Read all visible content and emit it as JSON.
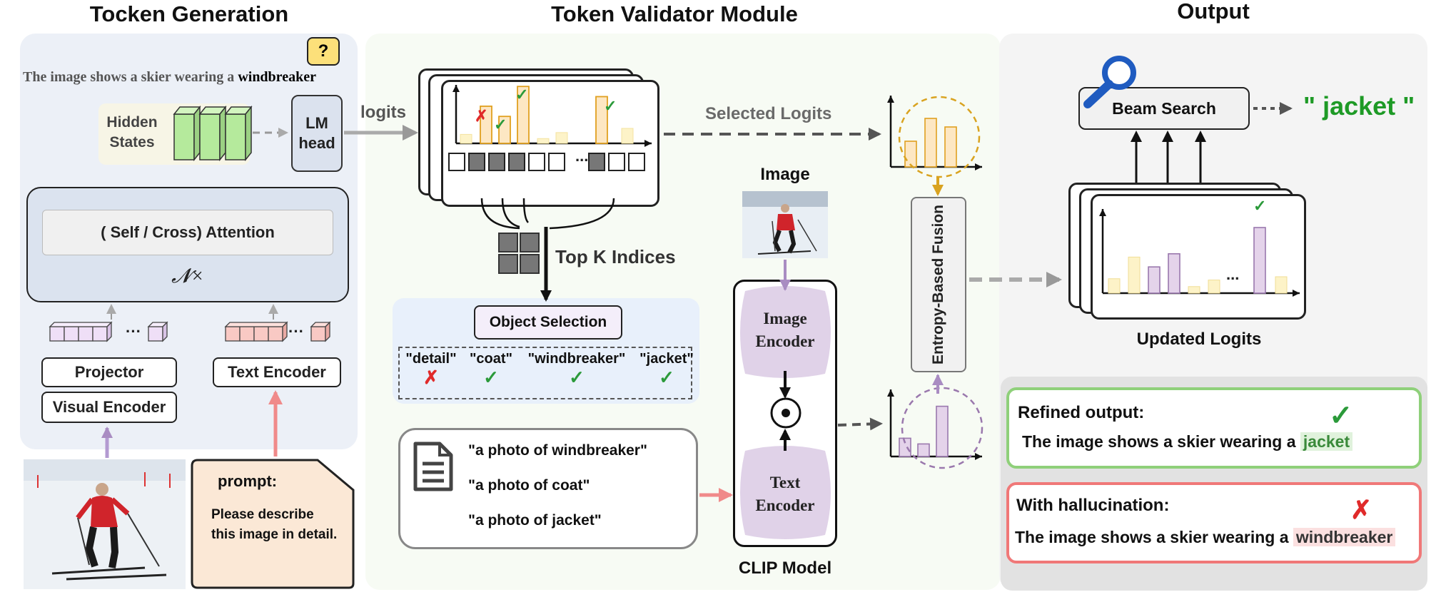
{
  "titles": {
    "left": "Tocken Generation",
    "middle": "Token Validator Module",
    "right": "Output"
  },
  "generation": {
    "sentence_prefix": "The image shows a skier wearing a",
    "sentence_highlight": "windbreaker",
    "question_mark": "?",
    "hidden_states": "Hidden\nStates",
    "lm_head": "LM\nhead",
    "attention": "( Self / Cross) Attention",
    "repeat": "𝓝×",
    "projector": "Projector",
    "visual_encoder": "Visual Encoder",
    "text_encoder": "Text Encoder",
    "dots": "...",
    "prompt_label": "prompt:",
    "prompt_text": "Please describe\nthis image in detail."
  },
  "validator": {
    "logits_label": "logits",
    "selected_logits": "Selected Logits",
    "top_k": "Top K Indices",
    "object_selection": "Object Selection",
    "objects": [
      {
        "word": "\"detail\"",
        "mark": "✗",
        "valid": false
      },
      {
        "word": "\"coat\"",
        "mark": "✓",
        "valid": true
      },
      {
        "word": "\"windbreaker\"",
        "mark": "✓",
        "valid": true
      },
      {
        "word": "\"jacket\"",
        "mark": "✓",
        "valid": true
      }
    ],
    "prompts": [
      "\"a photo of windbreaker\"",
      "\"a photo of coat\"",
      "\"a photo of jacket\""
    ],
    "image_label": "Image",
    "image_encoder": "Image\nEncoder",
    "text_encoder": "Text\nEncoder",
    "clip_model": "CLIP Model",
    "fusion": "Entropy-Based Fusion",
    "dots": "...",
    "logit_bars": [
      0.15,
      0.62,
      0.45,
      0.95,
      0.08,
      0.18,
      0.78,
      0.25
    ]
  },
  "output": {
    "beam_search": "Beam Search",
    "result": "\" jacket \"",
    "updated_logits": "Updated Logits",
    "updated_bars": [
      0.22,
      0.55,
      0.4,
      0.6,
      0.1,
      0.2,
      1.0,
      0.25
    ],
    "refined_label": "Refined output:",
    "refined_prefix": "The image shows a skier wearing a",
    "refined_word": "jacket",
    "hallucination_label": "With hallucination:",
    "hallucination_prefix": "The image shows a skier wearing a",
    "hallucination_word": "windbreaker",
    "check": "✓",
    "cross": "✗"
  },
  "colors": {
    "green": "#3aa64a",
    "red": "#e53a3a",
    "orange_bar": "#fde7b8",
    "orange_stroke": "#e0a020",
    "purple_bar": "#e4d3ea",
    "purple_stroke": "#9a78ad",
    "purple_arrow": "#a98cc2",
    "pink_arrow": "#f08a8a"
  }
}
